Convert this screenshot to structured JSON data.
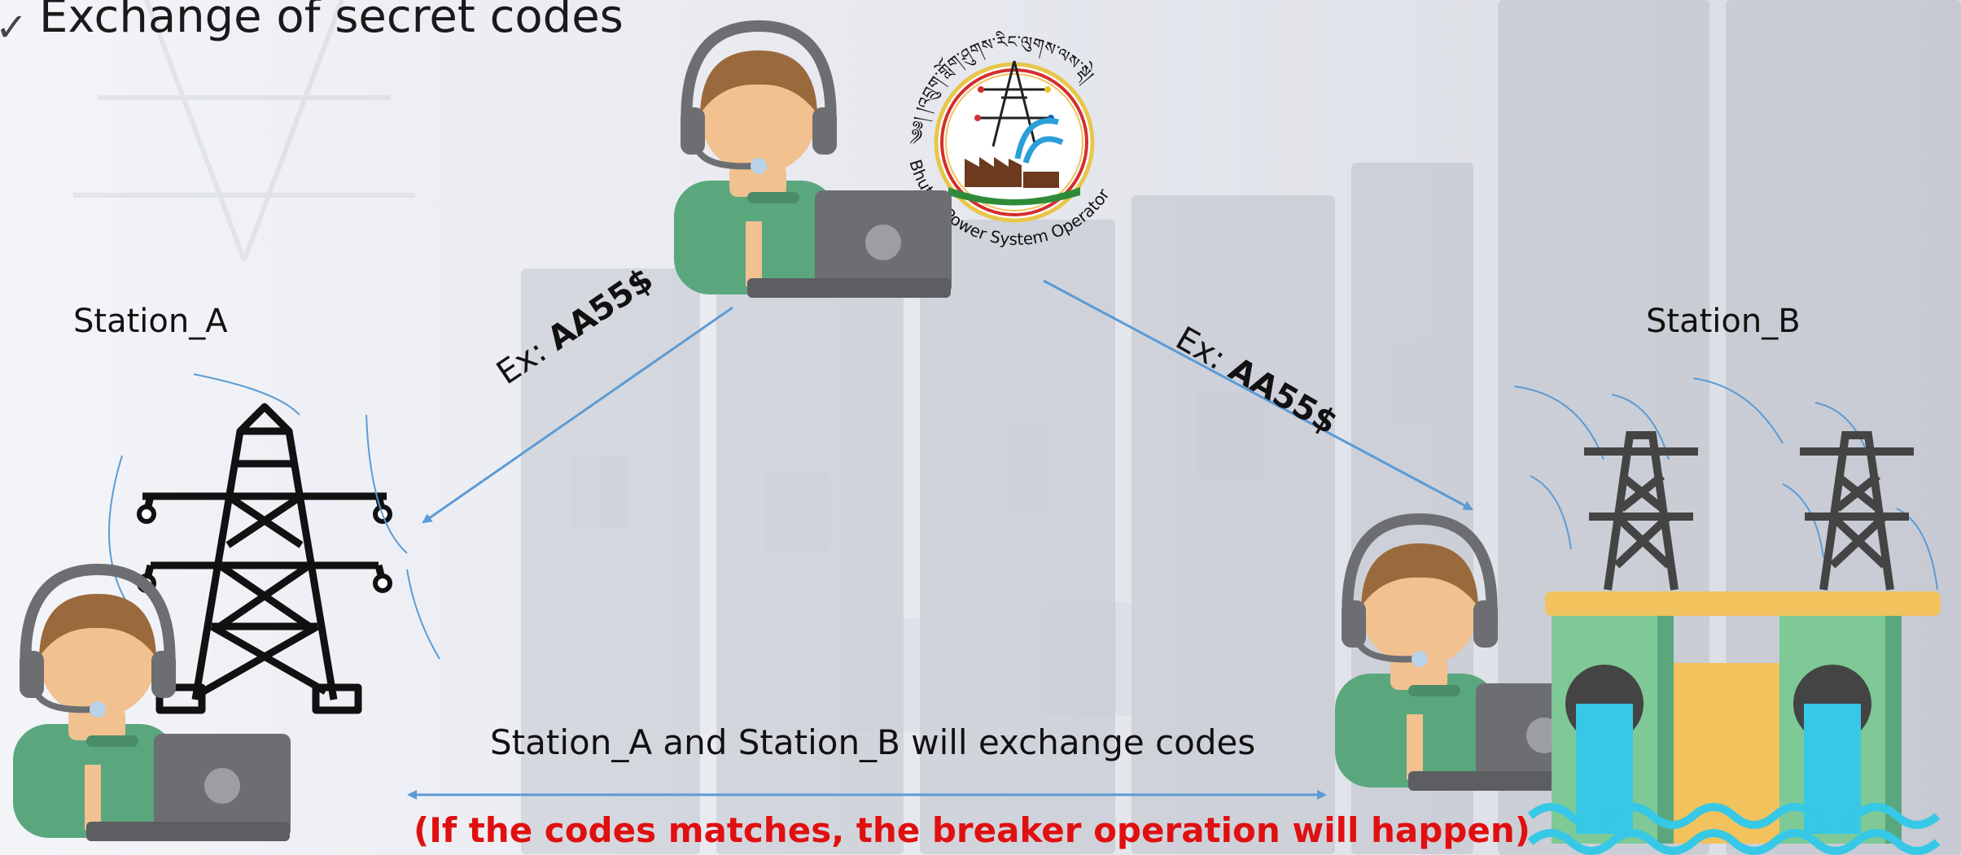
{
  "slide": {
    "title": "Exchange of secret codes",
    "check_icon": "checkmark-bullet-icon"
  },
  "logo": {
    "top_text": "༄༅། །འབྲུག་གློག་ཤུགས་རིང་ལུགས་ལས་སྡེ།",
    "bottom_text": "Bhutan Power System Operator",
    "icon": "power-system-operator-logo"
  },
  "stations": {
    "a": {
      "label": "Station_A",
      "icon": "transmission-tower-icon"
    },
    "b": {
      "label": "Station_B",
      "icon": "hydropower-plant-icon"
    }
  },
  "operators": {
    "center_icon": "operator-headset-laptop-icon",
    "left_icon": "operator-headset-laptop-icon",
    "right_icon": "operator-headset-laptop-icon"
  },
  "codes": {
    "left": {
      "prefix": "Ex: ",
      "code": "AA55$"
    },
    "right": {
      "prefix": "Ex: ",
      "code": "AA55$"
    }
  },
  "exchange": {
    "text": "Station_A and Station_B will exchange codes",
    "condition": "(If the codes matches, the breaker operation will happen)"
  },
  "colors": {
    "arrow": "#5b9bd5",
    "condition_text": "#e01010",
    "operator_shirt": "#5aa77e",
    "operator_skin": "#f1c18f",
    "operator_hair": "#9a6a3c",
    "laptop": "#6d6e71",
    "dam_green": "#7ec996",
    "water": "#36c8e6",
    "dam_top": "#f2c25c"
  }
}
